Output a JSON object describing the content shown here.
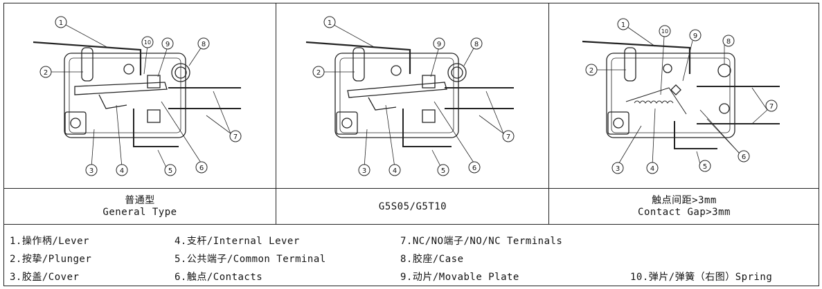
{
  "panels": [
    {
      "caption_zh": "普通型",
      "caption_en": "General Type"
    },
    {
      "caption_zh": "",
      "caption_en": "G5S05/G5T10"
    },
    {
      "caption_zh": "触点间距>3mm",
      "caption_en": "Contact Gap>3mm"
    }
  ],
  "callouts": [
    "1",
    "2",
    "3",
    "4",
    "5",
    "6",
    "7",
    "8",
    "9",
    "10"
  ],
  "legend": [
    "1.操作柄/Lever",
    "2.按挚/Plunger",
    "3.胶盖/Cover",
    "4.支杆/Internal Lever",
    "5.公共端子/Common Terminal",
    "6.触点/Contacts",
    "7.NC/NO端子/NO/NC Terminals",
    "8.胶座/Case",
    "9.动片/Movable Plate",
    "10.弹片/弹簧（右图）Spring"
  ]
}
